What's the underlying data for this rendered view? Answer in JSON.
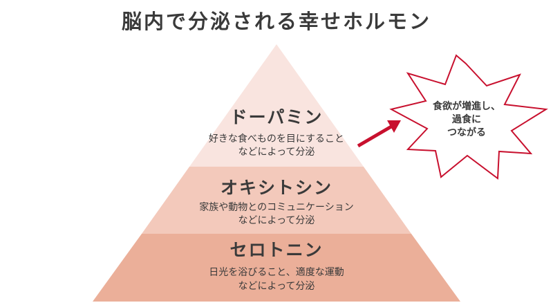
{
  "title": "脳内で分泌される幸せホルモン",
  "tiers": [
    {
      "name": "ドーパミン",
      "description": [
        "好きな食べものを目にすること",
        "などによって分泌"
      ],
      "color": "#f9e4df"
    },
    {
      "name": "オキシトシン",
      "description": [
        "家族や動物とのコミュニケーション",
        "などによって分泌"
      ],
      "color": "#f3c9bb"
    },
    {
      "name": "セロトニン",
      "description": [
        "日光を浴びること、適度な運動",
        "などによって分泌"
      ],
      "color": "#ebaf99"
    }
  ],
  "callout": {
    "lines": [
      "食欲が増進し、",
      "過食に",
      "つながる"
    ]
  },
  "colors": {
    "arrow": "#c8102e",
    "burst_stroke": "#c8102e",
    "text": "#3a3a3a"
  }
}
